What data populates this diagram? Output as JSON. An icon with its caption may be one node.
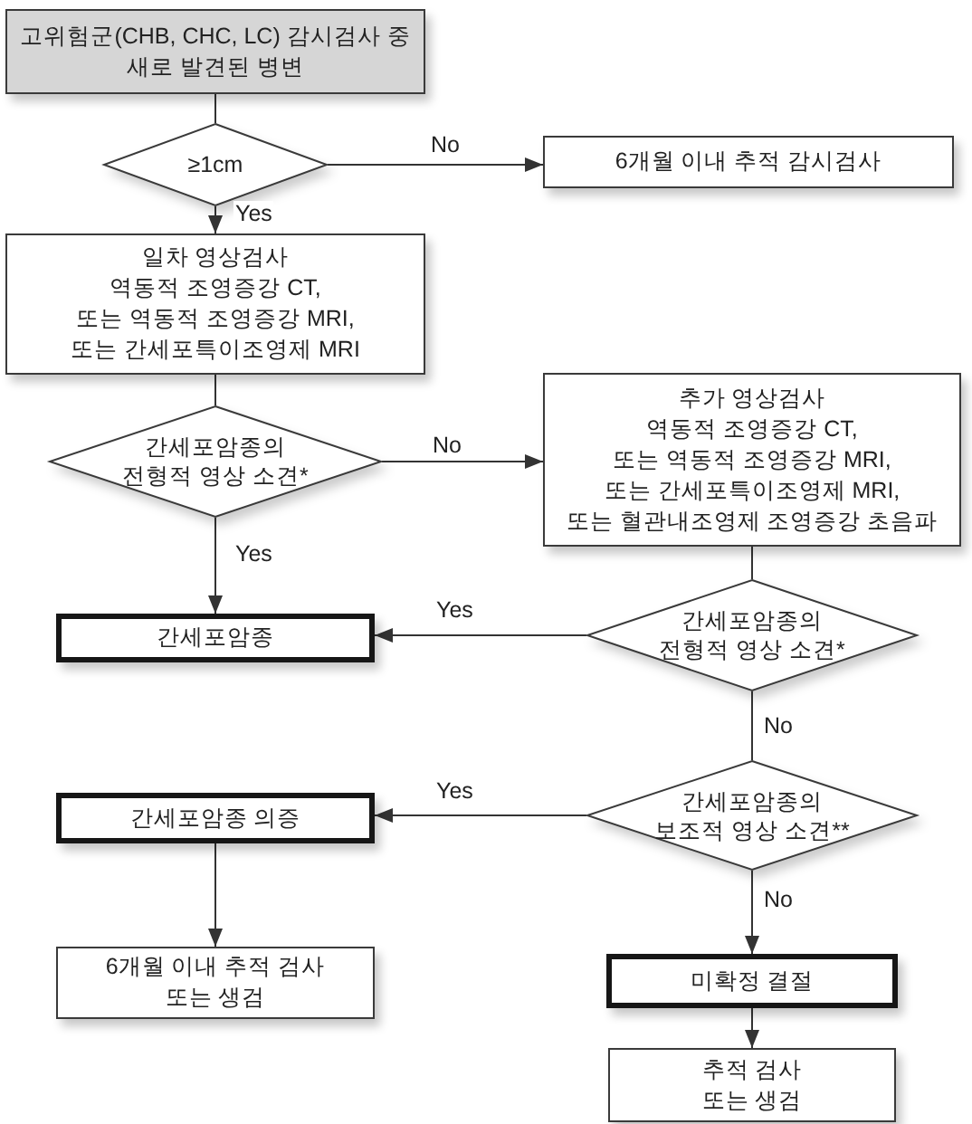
{
  "diagram": {
    "nodes": [
      {
        "text": [
          "고위험군(CHB, CHC, LC) 감시검사 중 새로 발견된 병변"
        ]
      },
      {
        "text": [
          "≥1cm"
        ]
      },
      {
        "text": [
          "6개월 이내 추적 감시검사"
        ]
      },
      {
        "text": [
          "일차 영상검사",
          "역동적 조영증강 CT, 또는 역동적 조영증강 MRI, 또는 간세포특이조영제 MRI"
        ]
      },
      {
        "text": [
          "간세포암종의 전형적 영상 소견*"
        ]
      },
      {
        "text": [
          "추가 영상검사",
          "역동적 조영증강 CT, 또는 역동적 조영증강 MRI, 또는 간세포특이조영제 MRI, 또는 혈관내조영제 조영증강 초음파"
        ]
      },
      {
        "text": [
          "간세포암종"
        ]
      },
      {
        "text": [
          "간세포암종의 전형적 영상 소견*"
        ]
      },
      {
        "text": [
          "간세포암종 의증"
        ]
      },
      {
        "text": [
          "간세포암종의 보조적 영상 소견**"
        ]
      },
      {
        "text": [
          "6개월 이내 추적 검사 또는 생검"
        ]
      },
      {
        "text": [
          "미확정 결절"
        ]
      },
      {
        "text": [
          "추적 검사 또는 생검"
        ]
      }
    ],
    "edges": [
      {
        "from": 0,
        "to": 1,
        "arrow": "none"
      },
      {
        "from": 1,
        "to": 2,
        "arrow": "to",
        "label": "No"
      },
      {
        "from": 1,
        "to": 3,
        "arrow": "to",
        "label": "Yes"
      },
      {
        "from": 3,
        "to": 4,
        "arrow": "none"
      },
      {
        "from": 4,
        "to": 5,
        "arrow": "to",
        "label": "No"
      },
      {
        "from": 4,
        "to": 6,
        "arrow": "to",
        "label": "Yes"
      },
      {
        "from": 5,
        "to": 7,
        "arrow": "none"
      },
      {
        "from": 7,
        "to": 6,
        "arrow": "to",
        "label": "Yes"
      },
      {
        "from": 7,
        "to": 9,
        "arrow": "none",
        "label": "No"
      },
      {
        "from": 9,
        "to": 8,
        "arrow": "to",
        "label": "Yes"
      },
      {
        "from": 9,
        "to": 11,
        "arrow": "to",
        "label": "No"
      },
      {
        "from": 8,
        "to": 10,
        "arrow": "to"
      },
      {
        "from": 11,
        "to": 12,
        "arrow": "to"
      }
    ]
  }
}
